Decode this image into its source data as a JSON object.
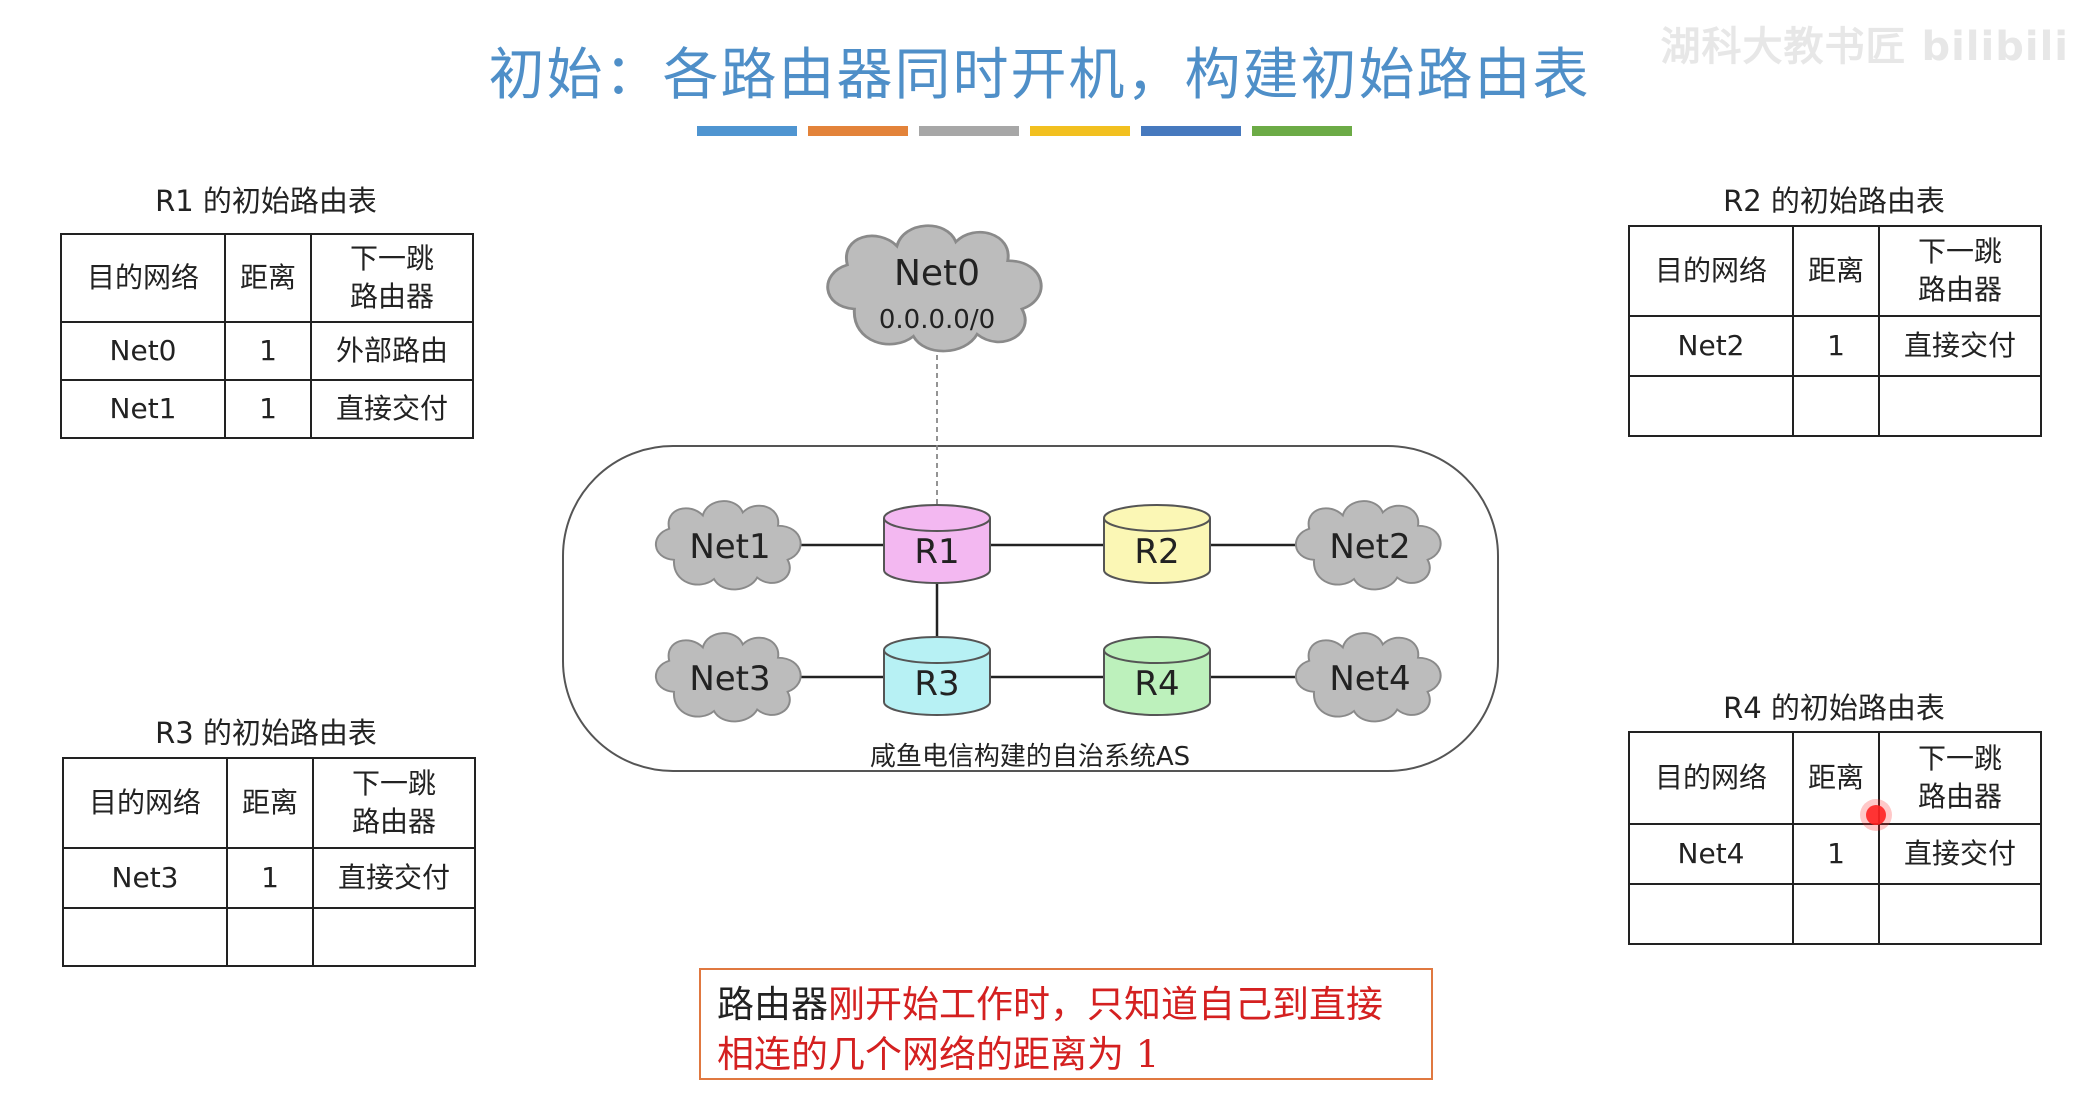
{
  "title": "初始：各路由器同时开机，构建初始路由表",
  "watermark": "湖科大教书匠 bilibili",
  "color_bar": [
    "#4f95d1",
    "#e3833a",
    "#a7a7a7",
    "#f2c01f",
    "#4679be",
    "#6cab46"
  ],
  "table_headers": {
    "dest": "目的网络",
    "dist": "距离",
    "next": "下一跳\n路由器"
  },
  "tables": {
    "r1": {
      "title": "R1 的初始路由表",
      "rows": [
        [
          "Net0",
          "1",
          "外部路由"
        ],
        [
          "Net1",
          "1",
          "直接交付"
        ]
      ]
    },
    "r2": {
      "title": "R2 的初始路由表",
      "rows": [
        [
          "Net2",
          "1",
          "直接交付"
        ],
        [
          "",
          "",
          ""
        ]
      ]
    },
    "r3": {
      "title": "R3 的初始路由表",
      "rows": [
        [
          "Net3",
          "1",
          "直接交付"
        ],
        [
          "",
          "",
          ""
        ]
      ]
    },
    "r4": {
      "title": "R4 的初始路由表",
      "rows": [
        [
          "Net4",
          "1",
          "直接交付"
        ],
        [
          "",
          "",
          ""
        ]
      ]
    }
  },
  "diagram": {
    "net0": {
      "label": "Net0",
      "address": "0.0.0.0/0"
    },
    "nets": [
      "Net1",
      "Net2",
      "Net3",
      "Net4"
    ],
    "routers": {
      "r1": {
        "label": "R1",
        "color": "#f3b8f1"
      },
      "r2": {
        "label": "R2",
        "color": "#fbf7b5"
      },
      "r3": {
        "label": "R3",
        "color": "#b7f1f4"
      },
      "r4": {
        "label": "R4",
        "color": "#bdf1bc"
      }
    },
    "as_caption": "咸鱼电信构建的自治系统AS"
  },
  "note": {
    "part1": "路由器",
    "highlight": "刚开始工作时，只知道自己到直接相连的几个网络的距离为 1"
  }
}
